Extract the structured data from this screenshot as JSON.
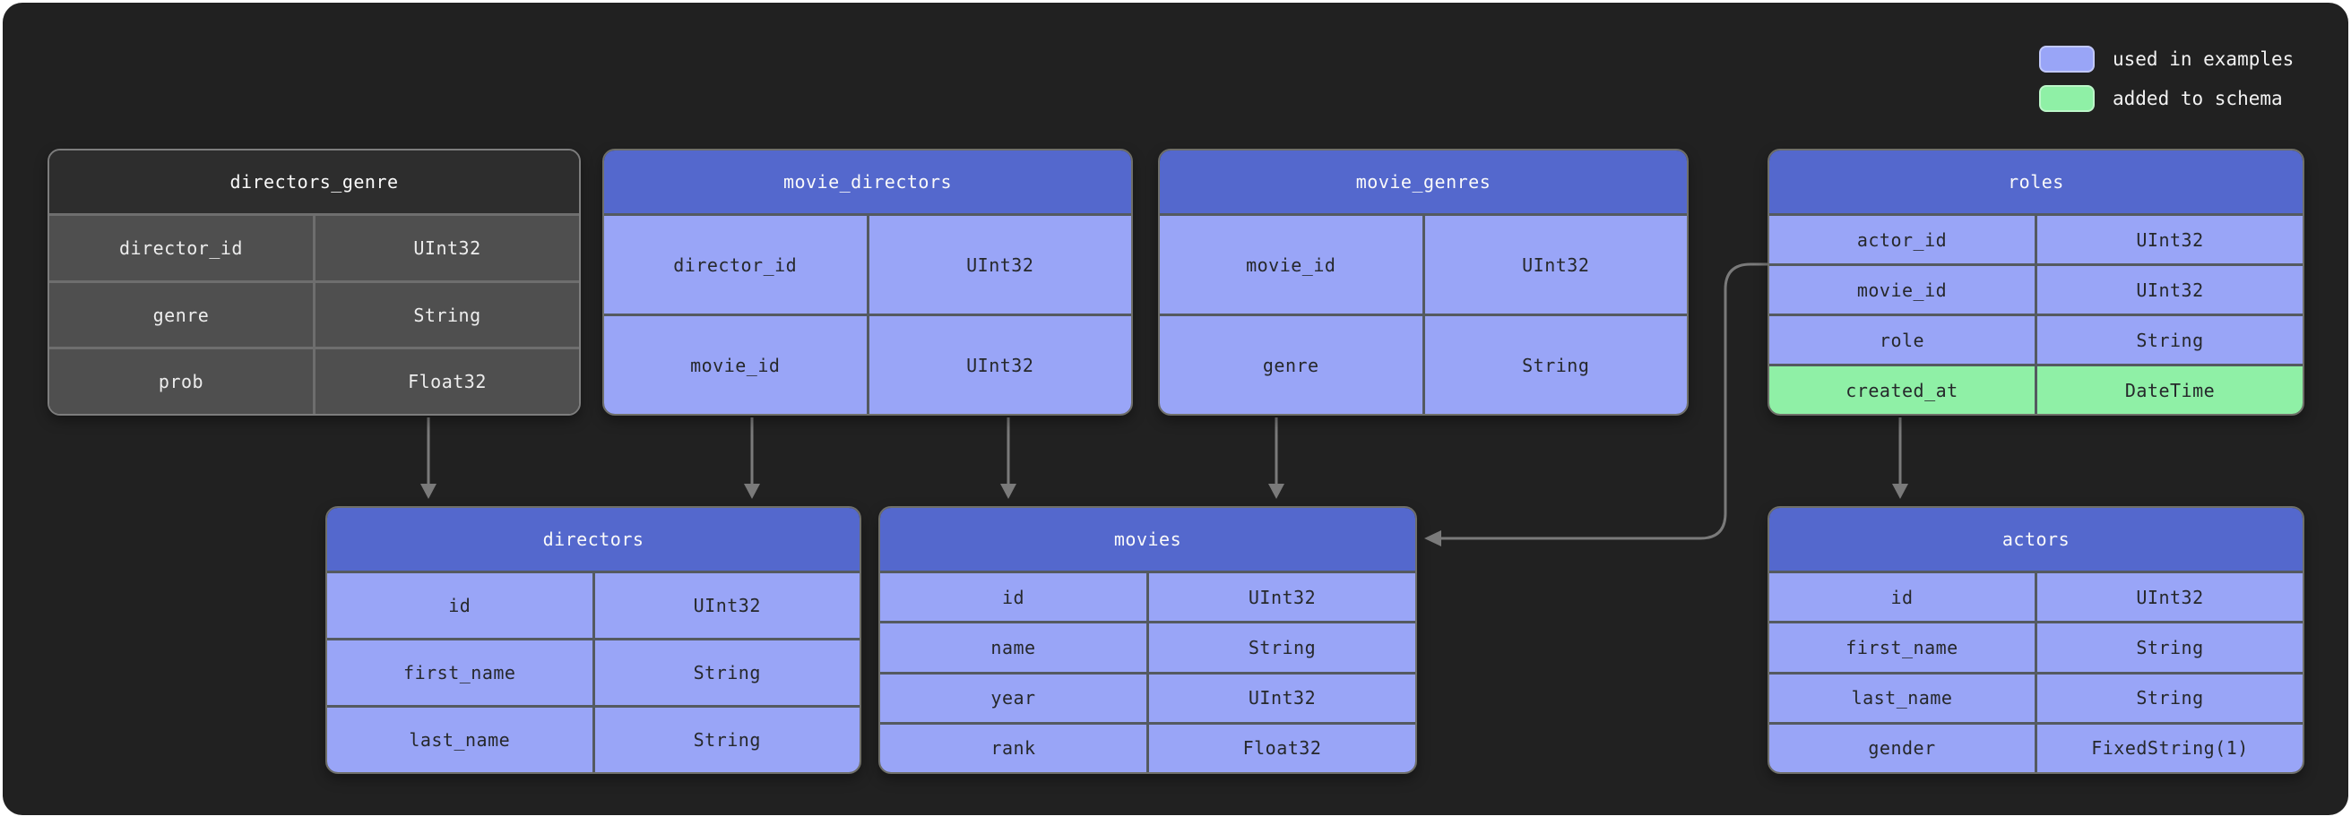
{
  "colors": {
    "page_bg": "#ffffff",
    "panel_bg": "#212121",
    "header_blue": "#5468cd",
    "row_blue": "#99a5f7",
    "row_green": "#8ff0a6",
    "gray_header": "#2d2d2d",
    "gray_row": "#4f4f4f",
    "arrow": "#7a7a7a"
  },
  "legend": {
    "items": [
      {
        "label": "used in examples",
        "color": "#99a5f7"
      },
      {
        "label": "added to schema",
        "color": "#8ff0a6"
      }
    ]
  },
  "tables": [
    {
      "title": "directors_genre",
      "theme": "gray",
      "fields": [
        {
          "name": "director_id",
          "type": "UInt32"
        },
        {
          "name": "genre",
          "type": "String"
        },
        {
          "name": "prob",
          "type": "Float32"
        }
      ]
    },
    {
      "title": "movie_directors",
      "theme": "blue",
      "fields": [
        {
          "name": "director_id",
          "type": "UInt32"
        },
        {
          "name": "movie_id",
          "type": "UInt32"
        }
      ]
    },
    {
      "title": "movie_genres",
      "theme": "blue",
      "fields": [
        {
          "name": "movie_id",
          "type": "UInt32"
        },
        {
          "name": "genre",
          "type": "String"
        }
      ]
    },
    {
      "title": "roles",
      "theme": "blue",
      "fields": [
        {
          "name": "actor_id",
          "type": "UInt32"
        },
        {
          "name": "movie_id",
          "type": "UInt32"
        },
        {
          "name": "role",
          "type": "String"
        },
        {
          "name": "created_at",
          "type": "DateTime",
          "highlight": "added to schema"
        }
      ]
    },
    {
      "title": "directors",
      "theme": "blue",
      "fields": [
        {
          "name": "id",
          "type": "UInt32"
        },
        {
          "name": "first_name",
          "type": "String"
        },
        {
          "name": "last_name",
          "type": "String"
        }
      ]
    },
    {
      "title": "movies",
      "theme": "blue",
      "fields": [
        {
          "name": "id",
          "type": "UInt32"
        },
        {
          "name": "name",
          "type": "String"
        },
        {
          "name": "year",
          "type": "UInt32"
        },
        {
          "name": "rank",
          "type": "Float32"
        }
      ]
    },
    {
      "title": "actors",
      "theme": "blue",
      "fields": [
        {
          "name": "id",
          "type": "UInt32"
        },
        {
          "name": "first_name",
          "type": "String"
        },
        {
          "name": "last_name",
          "type": "String"
        },
        {
          "name": "gender",
          "type": "FixedString(1)"
        }
      ]
    }
  ],
  "connections": [
    {
      "from": "directors_genre",
      "to": "directors"
    },
    {
      "from": "movie_directors",
      "to": "directors"
    },
    {
      "from": "movie_directors",
      "to": "movies"
    },
    {
      "from": "movie_genres",
      "to": "movies"
    },
    {
      "from": "roles",
      "to": "movies"
    },
    {
      "from": "roles",
      "to": "actors"
    }
  ]
}
